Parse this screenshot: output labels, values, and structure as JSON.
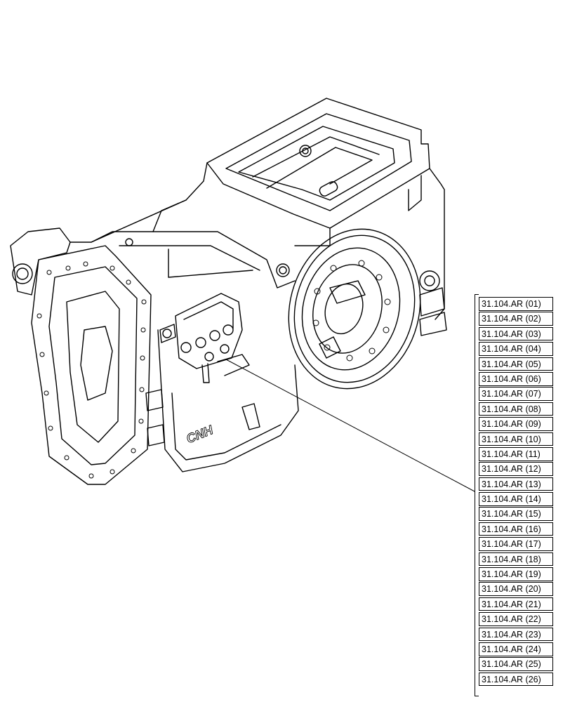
{
  "references": [
    "31.104.AR (01)",
    "31.104.AR (02)",
    "31.104.AR (03)",
    "31.104.AR (04)",
    "31.104.AR (05)",
    "31.104.AR (06)",
    "31.104.AR (07)",
    "31.104.AR (08)",
    "31.104.AR (09)",
    "31.104.AR (10)",
    "31.104.AR (11)",
    "31.104.AR (12)",
    "31.104.AR (13)",
    "31.104.AR (14)",
    "31.104.AR (15)",
    "31.104.AR (16)",
    "31.104.AR (17)",
    "31.104.AR (18)",
    "31.104.AR (19)",
    "31.104.AR (20)",
    "31.104.AR (21)",
    "31.104.AR (22)",
    "31.104.AR (23)",
    "31.104.AR (24)",
    "31.104.AR (25)",
    "31.104.AR (26)"
  ],
  "casting_text": "CNH"
}
